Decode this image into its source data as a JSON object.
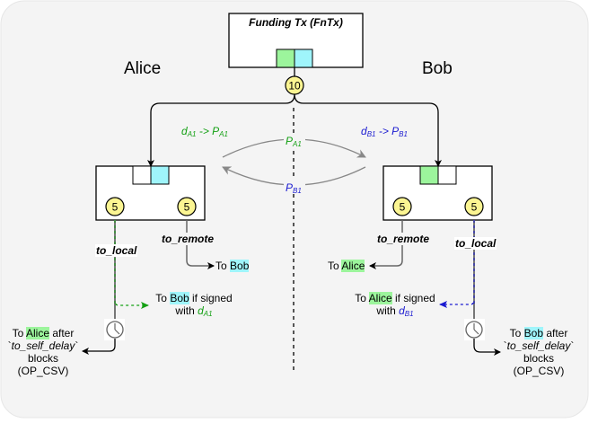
{
  "title": "Funding Tx (FnTx)",
  "parties": {
    "left": "Alice",
    "right": "Bob"
  },
  "funding_amount": "10",
  "colors": {
    "alice": "#9cf59c",
    "bob": "#9ff5fb",
    "alice_key": "#14a014",
    "bob_key": "#1a1ad0",
    "background": "#f4f4f4"
  },
  "key_derivation": {
    "alice": {
      "priv": "d",
      "pub": "P",
      "sub": "A1",
      "arrow": " -> "
    },
    "bob": {
      "priv": "d",
      "pub": "P",
      "sub": "B1",
      "arrow": " -> "
    }
  },
  "exchange": {
    "top": {
      "base": "P",
      "sub": "A1"
    },
    "bottom": {
      "base": "P",
      "sub": "B1"
    }
  },
  "alice_commitment": {
    "outputs": [
      {
        "name": "to_local",
        "amount": "5"
      },
      {
        "name": "to_remote",
        "amount": "5"
      }
    ],
    "to_remote_dest": {
      "prefix": "To ",
      "who": "Bob"
    },
    "revocation": {
      "prefix": "To ",
      "who": "Bob",
      "suffix": " if signed",
      "with": "with ",
      "key_base": "d",
      "key_sub": "A1"
    },
    "delay": {
      "prefix": "To ",
      "who": "Alice",
      "suffix": " after",
      "line2": "to_self_delay",
      "line3": "blocks",
      "line4": "(OP_CSV)"
    }
  },
  "bob_commitment": {
    "outputs": [
      {
        "name": "to_remote",
        "amount": "5"
      },
      {
        "name": "to_local",
        "amount": "5"
      }
    ],
    "to_remote_dest": {
      "prefix": "To ",
      "who": "Alice"
    },
    "revocation": {
      "prefix": "To ",
      "who": "Alice",
      "suffix": " if signed",
      "with": "with ",
      "key_base": "d",
      "key_sub": "B1"
    },
    "delay": {
      "prefix": "To ",
      "who": "Bob",
      "suffix": " after",
      "line2": "to_self_delay",
      "line3": "blocks",
      "line4": "(OP_CSV)"
    }
  }
}
